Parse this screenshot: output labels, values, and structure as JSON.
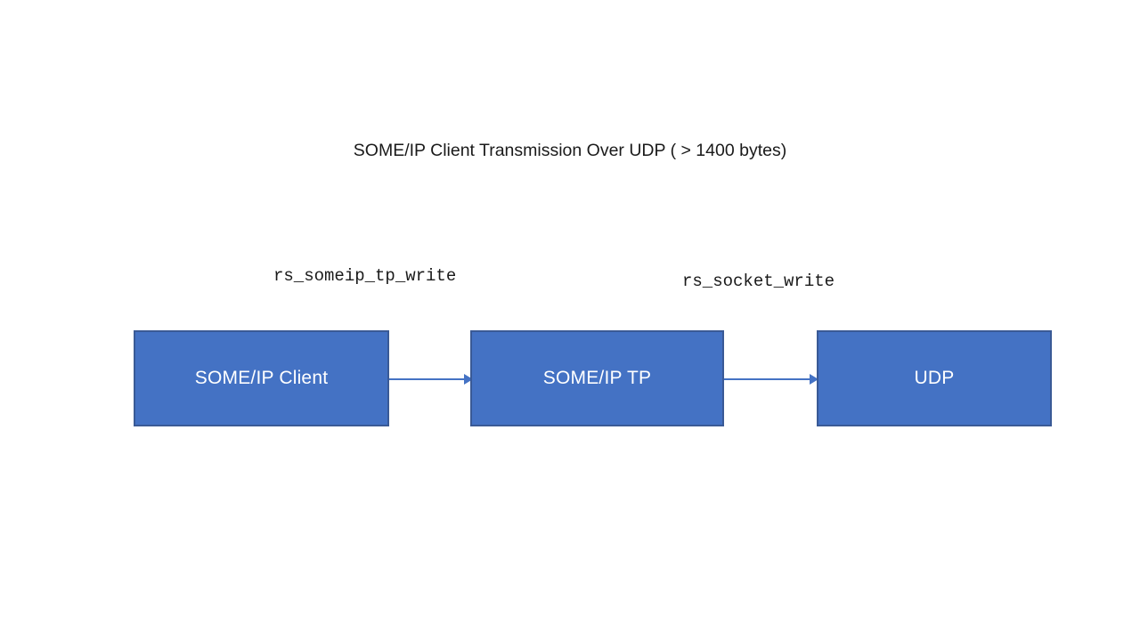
{
  "diagram": {
    "title": "SOME/IP Client Transmission Over UDP ( > 1400 bytes)",
    "background_color": "#ffffff",
    "node_fill_color": "#4472c4",
    "node_border_color": "#3a5a96",
    "node_text_color": "#ffffff",
    "edge_color": "#4472c4",
    "nodes": [
      {
        "id": "someip-client",
        "label": "SOME/IP Client"
      },
      {
        "id": "someip-tp",
        "label": "SOME/IP TP"
      },
      {
        "id": "udp",
        "label": "UDP"
      }
    ],
    "edges": [
      {
        "id": "client-to-tp",
        "label": "rs_someip_tp_write",
        "from": "someip-client",
        "to": "someip-tp"
      },
      {
        "id": "tp-to-udp",
        "label": "rs_socket_write",
        "from": "someip-tp",
        "to": "udp"
      }
    ]
  }
}
